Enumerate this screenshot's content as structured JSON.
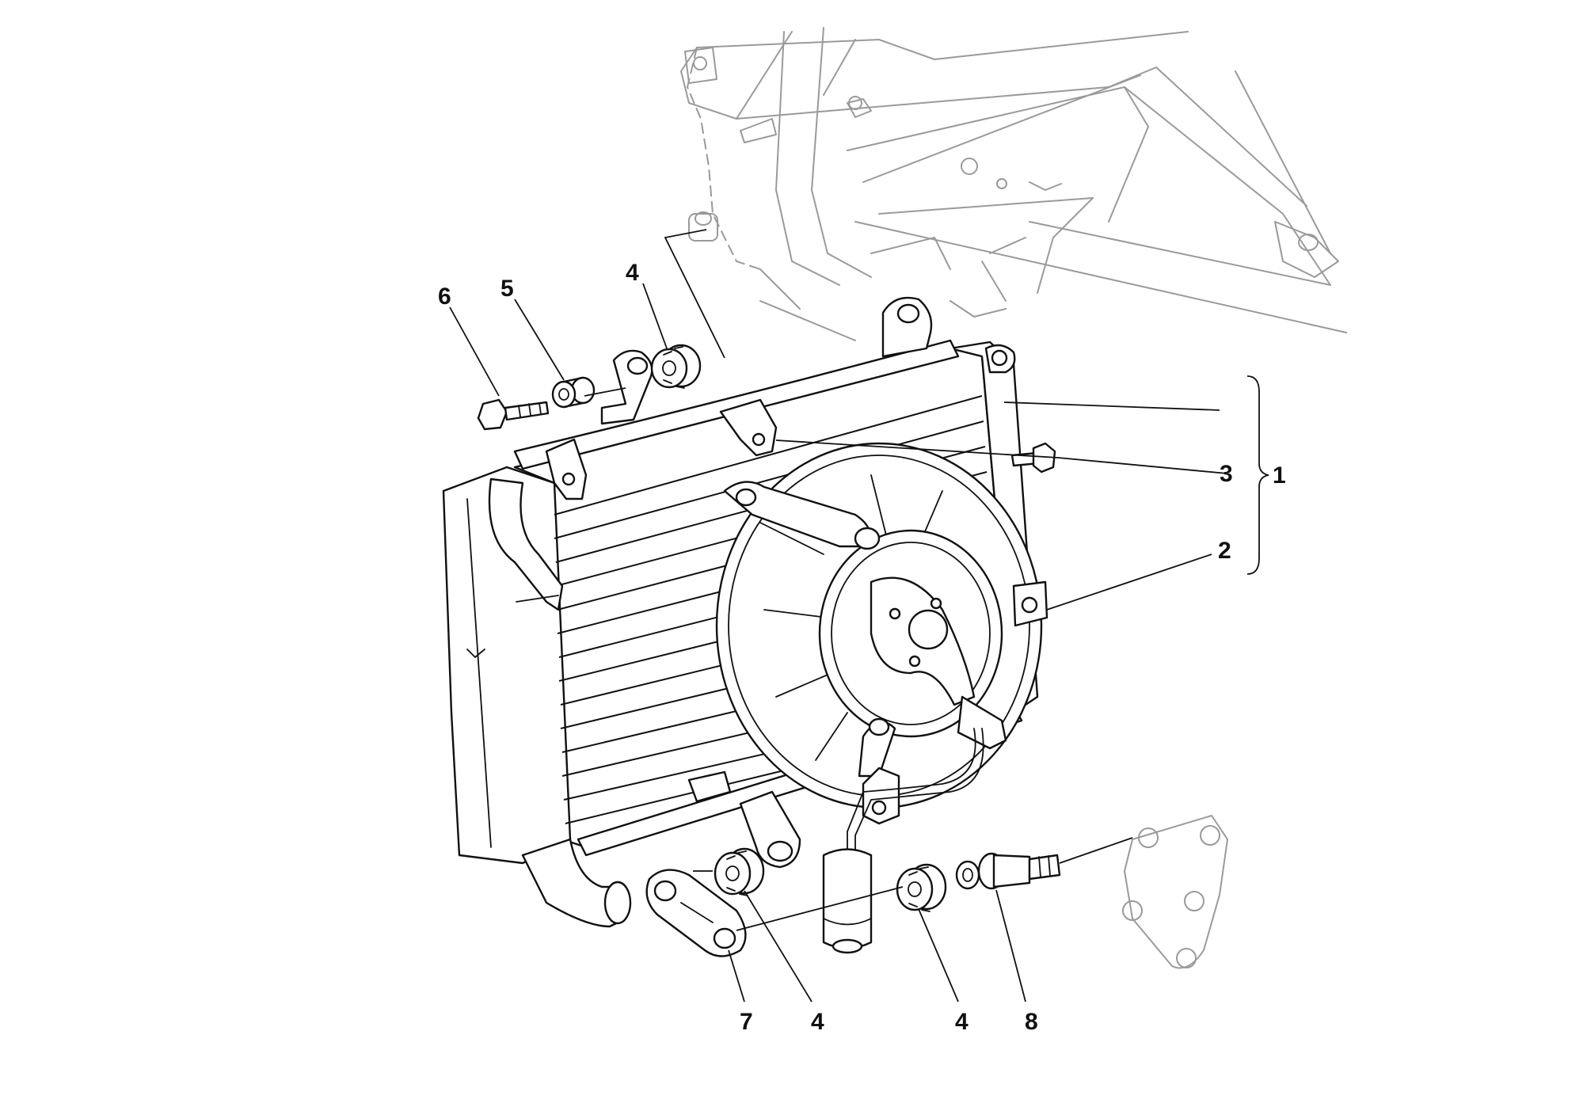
{
  "callouts": [
    {
      "id": "c6",
      "label": "6"
    },
    {
      "id": "c5",
      "label": "5"
    },
    {
      "id": "c4a",
      "label": "4"
    },
    {
      "id": "c3",
      "label": "3"
    },
    {
      "id": "c1",
      "label": "1"
    },
    {
      "id": "c2",
      "label": "2"
    },
    {
      "id": "c7",
      "label": "7"
    },
    {
      "id": "c4b",
      "label": "4"
    },
    {
      "id": "c4c",
      "label": "4"
    },
    {
      "id": "c8",
      "label": "8"
    }
  ]
}
